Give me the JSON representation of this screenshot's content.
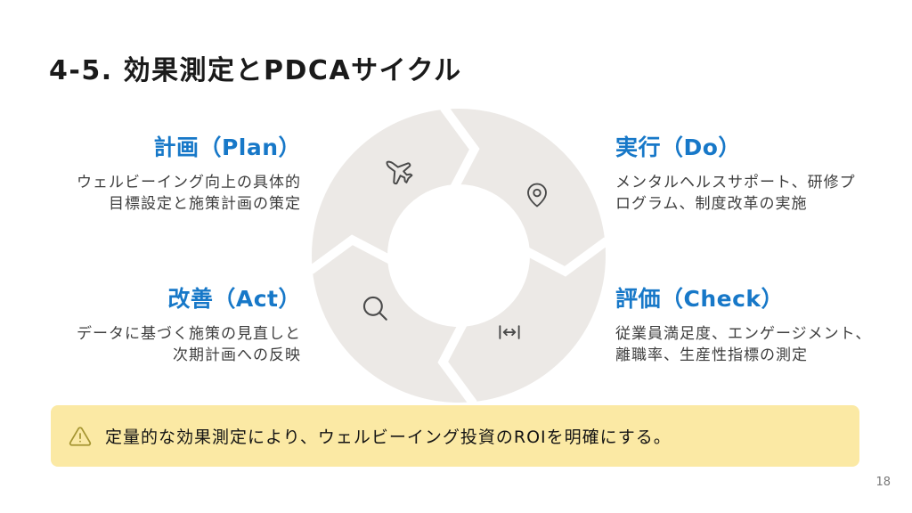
{
  "slide": {
    "title": "4-5. 効果測定とPDCAサイクル",
    "page_number": "18"
  },
  "quadrants": [
    {
      "id": "plan",
      "heading": "計画（Plan）",
      "body_line1": "ウェルビーイング向上の具体的",
      "body_line2": "目標設定と施策計画の策定"
    },
    {
      "id": "do",
      "heading": "実行（Do）",
      "body_line1": "メンタルヘルスサポート、研修プ",
      "body_line2": "ログラム、制度改革の実施"
    },
    {
      "id": "act",
      "heading": "改善（Act）",
      "body_line1": "データに基づく施策の見直しと",
      "body_line2": "次期計画への反映"
    },
    {
      "id": "check",
      "heading": "評価（Check）",
      "body_line1": "従業員満足度、エンゲージメント、",
      "body_line2": "離職率、生産性指標の測定"
    }
  ],
  "cycle": {
    "segment_icons": [
      "plane-icon",
      "map-pin-icon",
      "search-icon",
      "move-horizontal-icon"
    ],
    "segment_color": "#ECE9E6",
    "icon_stroke_color": "#4A4A4A"
  },
  "callout": {
    "icon": "warning-triangle-icon",
    "text": "定量的な効果測定により、ウェルビーイング投資のROIを明確にする。",
    "background": "#FBE9A4",
    "icon_color": "#A59531"
  },
  "colors": {
    "heading_blue": "#1778C8",
    "body_text": "#3E3E3E",
    "title_text": "#1A1A1A",
    "page_number_gray": "#7A7A7A"
  }
}
